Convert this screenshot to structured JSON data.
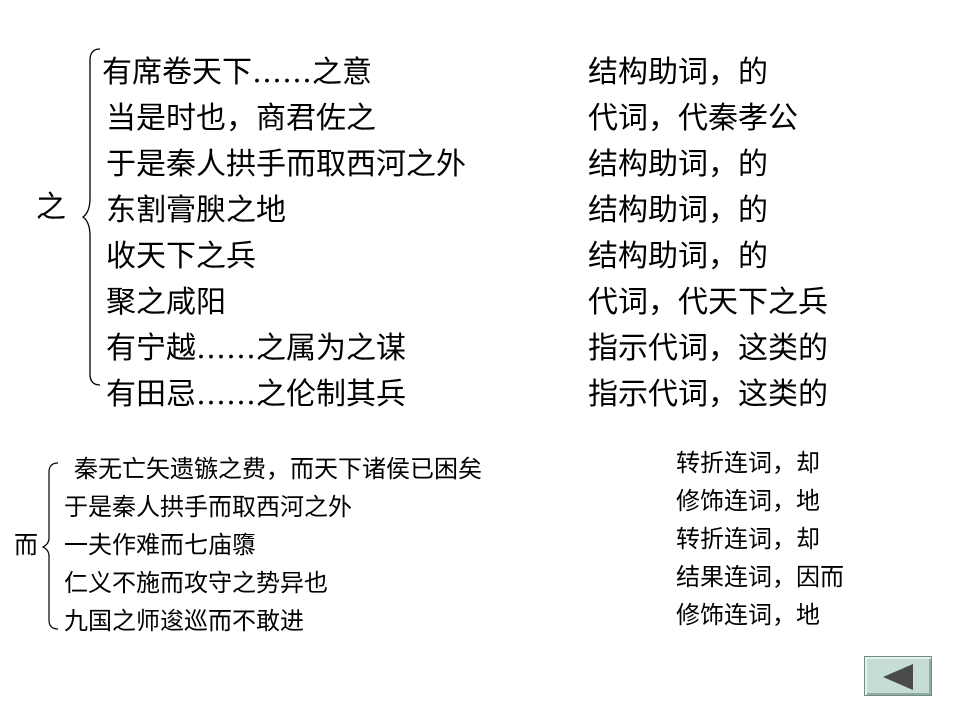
{
  "section_zhi": {
    "head": "之",
    "examples": [
      {
        "sentence": "有席卷天下……之意",
        "meaning": "结构助词，的"
      },
      {
        "sentence": "当是时也，商君佐之",
        "meaning": "代词，代秦孝公"
      },
      {
        "sentence": "于是秦人拱手而取西河之外",
        "meaning": "结构助词，的"
      },
      {
        "sentence": "东割膏腴之地",
        "meaning": "结构助词，的"
      },
      {
        "sentence": "收天下之兵",
        "meaning": "结构助词，的"
      },
      {
        "sentence": "聚之咸阳",
        "meaning": "代词，代天下之兵"
      },
      {
        "sentence": "有宁越……之属为之谋",
        "meaning": "指示代词，这类的"
      },
      {
        "sentence": "有田忌……之伦制其兵",
        "meaning": "指示代词，这类的"
      }
    ]
  },
  "section_er": {
    "head": "而",
    "examples": [
      {
        "sentence": "秦无亡矢遗镞之费，而天下诸侯已困矣",
        "meaning": "转折连词，却"
      },
      {
        "sentence": "于是秦人拱手而取西河之外",
        "meaning": "修饰连词，地"
      },
      {
        "sentence": "一夫作难而七庙隳",
        "meaning": "转折连词，却"
      },
      {
        "sentence": "仁义不施而攻守之势异也",
        "meaning": "结果连词，因而"
      },
      {
        "sentence": "九国之师逡巡而不敢进",
        "meaning": "修饰连词，地"
      }
    ]
  },
  "navigation": {
    "back_icon": "left-triangle-icon",
    "button_color": "#c6ddd7",
    "arrow_color": "#4a4a4a"
  }
}
